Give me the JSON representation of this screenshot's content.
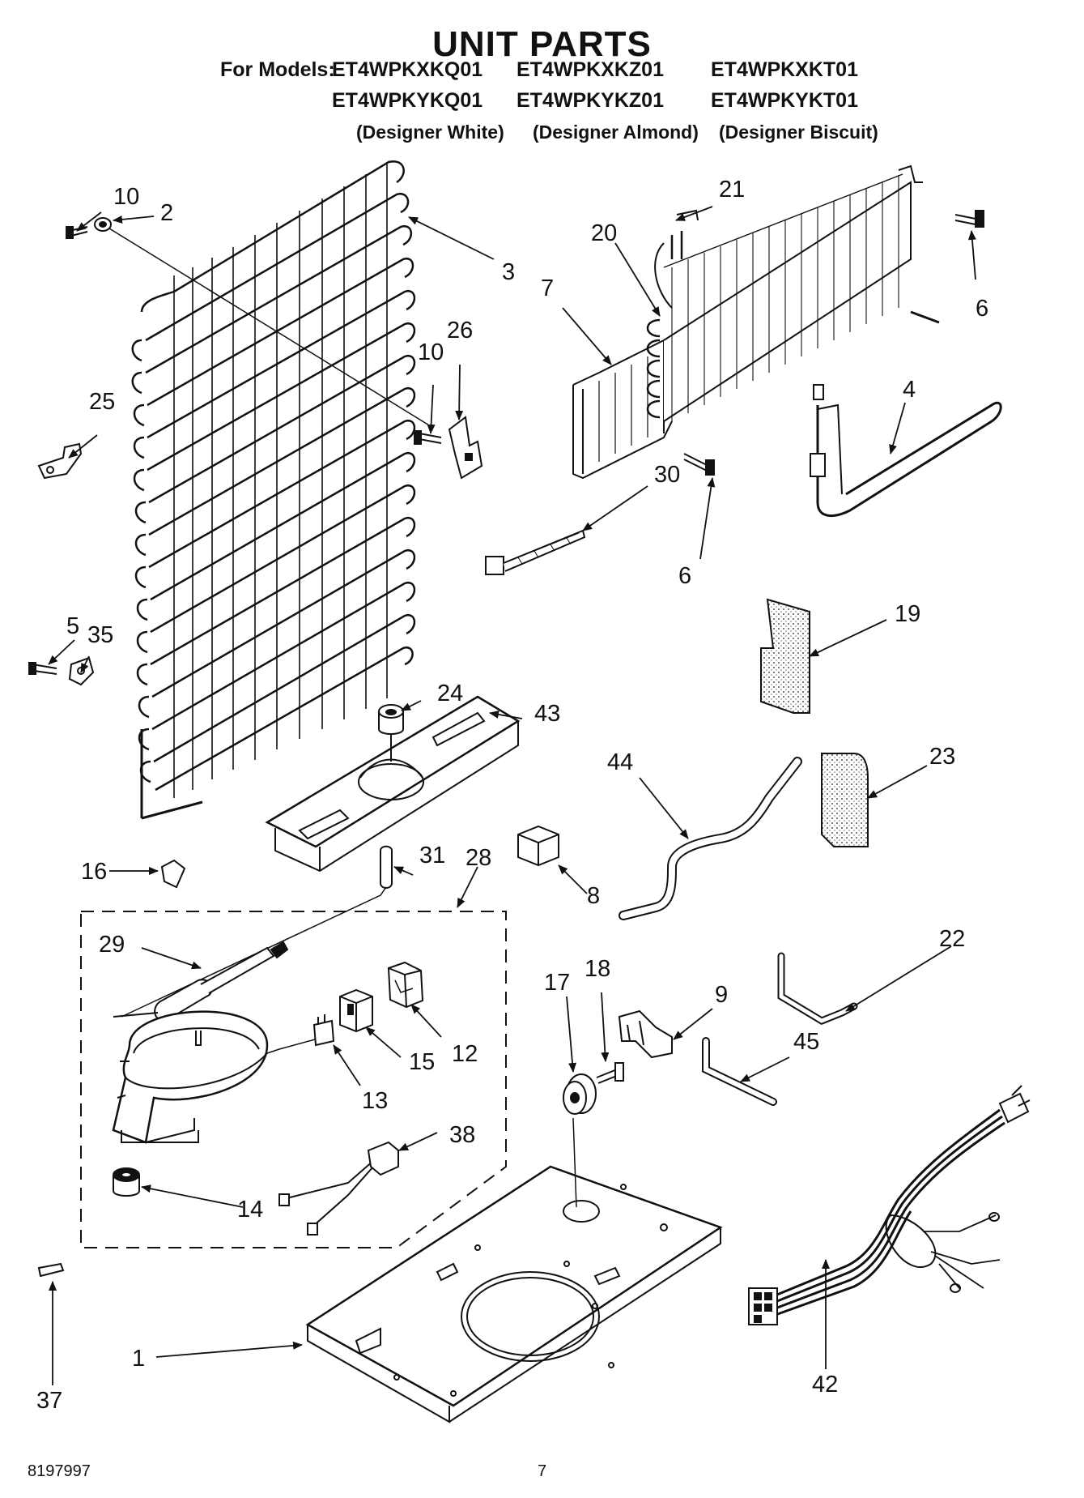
{
  "header": {
    "title": "UNIT PARTS",
    "for_models_label": "For Models:",
    "models_row1": [
      "ET4WPKXKQ01",
      "ET4WPKXKZ01",
      "ET4WPKXKT01"
    ],
    "models_row2": [
      "ET4WPKYKQ01",
      "ET4WPKYKZ01",
      "ET4WPKYKT01"
    ],
    "colors": [
      "(Designer White)",
      "(Designer Almond)",
      "(Designer Biscuit)"
    ]
  },
  "callouts": {
    "c10a": "10",
    "c2": "2",
    "c3": "3",
    "c25": "25",
    "c10b": "10",
    "c26": "26",
    "c5": "5",
    "c35": "35",
    "c21": "21",
    "c20": "20",
    "c7": "7",
    "c6a": "6",
    "c4": "4",
    "c30": "30",
    "c6b": "6",
    "c19": "19",
    "c24": "24",
    "c43": "43",
    "c44": "44",
    "c23": "23",
    "c16": "16",
    "c31": "31",
    "c28": "28",
    "c8": "8",
    "c29": "29",
    "c12": "12",
    "c15": "15",
    "c13": "13",
    "c38": "38",
    "c14": "14",
    "c22": "22",
    "c17": "17",
    "c18": "18",
    "c9": "9",
    "c45": "45",
    "c1": "1",
    "c42": "42",
    "c37": "37"
  },
  "footer": {
    "doc_number": "8197997",
    "page_number": "7"
  }
}
